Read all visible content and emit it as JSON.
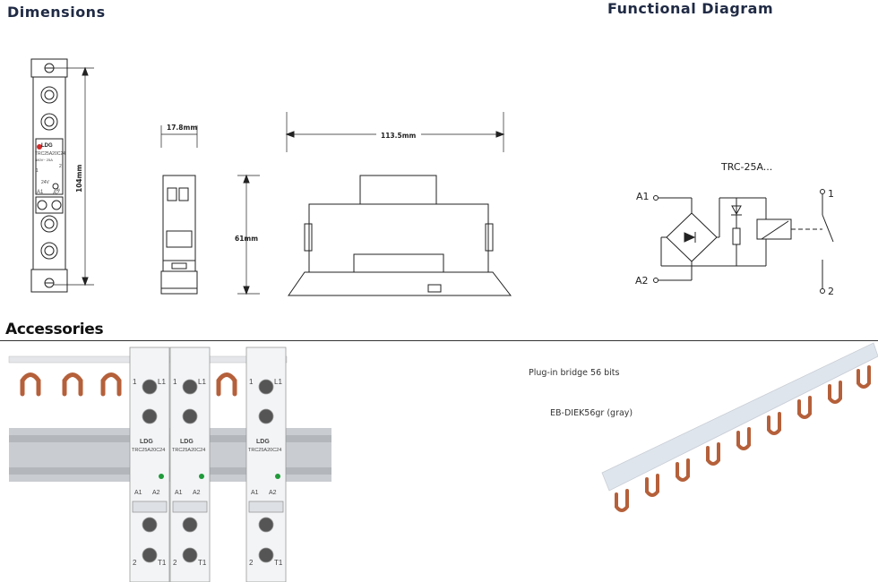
{
  "headings": {
    "dimensions": "Dimensions",
    "functional": "Functional Diagram",
    "accessories": "Accessories"
  },
  "dimensions": {
    "width": "17.8mm",
    "length": "113.5mm",
    "height": "61mm",
    "total_height": "104mm"
  },
  "device": {
    "brand": "LDG",
    "model": "TRC25A20C24",
    "rating": "380V~ 25A",
    "coil": "24V",
    "on": "ON",
    "a1": "A1",
    "a2": "A2",
    "c1": "1",
    "c2": "2",
    "l1": "L1",
    "t1": "T1"
  },
  "diagram": {
    "model": "TRC-25A...",
    "a1": "A1",
    "a2": "A2",
    "t1": "1",
    "t2": "2"
  },
  "accessory": {
    "name": "Plug-in bridge 56 bits",
    "code": "EB-DIEK56gr  (gray)"
  },
  "colors": {
    "heading": "#1f2a44",
    "copper": "#b5603a",
    "rail": "#c9ccd0",
    "brand_red": "#d22b2b",
    "led_green": "#1f9a3a"
  }
}
